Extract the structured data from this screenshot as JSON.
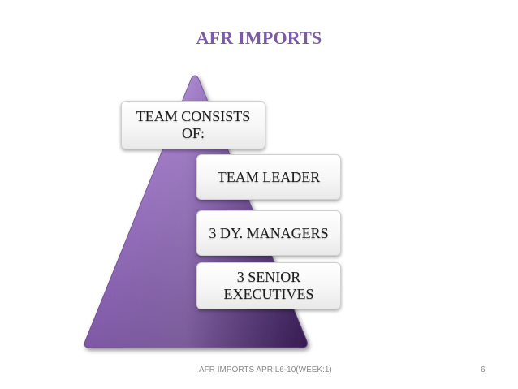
{
  "slide": {
    "title": "AFR IMPORTS",
    "footer": "AFR IMPORTS APRIL6-10(WEEK:1)",
    "page_number": "6"
  },
  "diagram": {
    "type": "pyramid",
    "items": [
      {
        "label": "TEAM CONSISTS OF:"
      },
      {
        "label": "TEAM LEADER"
      },
      {
        "label": "3 DY. MANAGERS"
      },
      {
        "label": "3 SENIOR EXECUTIVES"
      }
    ]
  },
  "colors": {
    "title": "#7b5aa6",
    "pyramid_light": "#b48be0",
    "pyramid_dark": "#4a2868"
  }
}
